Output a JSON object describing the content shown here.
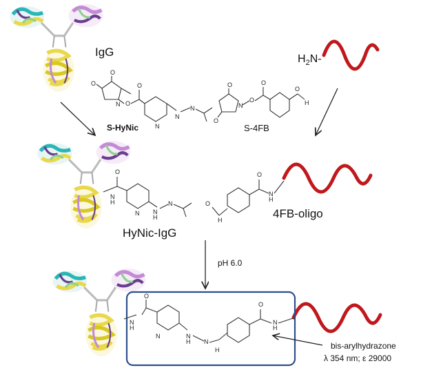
{
  "labels": {
    "igg": "IgG",
    "shynic": "S-HyNic",
    "s4fb": "S-4FB",
    "amine": "H2N",
    "hynic_igg": "HyNic-IgG",
    "fb_oligo": "4FB-oligo",
    "ph": "pH 6.0",
    "bisaryl": "bis-arylhydrazone",
    "lambda": "λ 354 nm; ε 29000"
  },
  "colors": {
    "oligo": "#c0181c",
    "box": "#2d4f8a",
    "antibody_heavy": [
      "#2ab6b6",
      "#c48ad6",
      "#6a3d8f"
    ],
    "antibody_light": [
      "#e8d84a",
      "#d8c820",
      "#8fd18f"
    ]
  }
}
